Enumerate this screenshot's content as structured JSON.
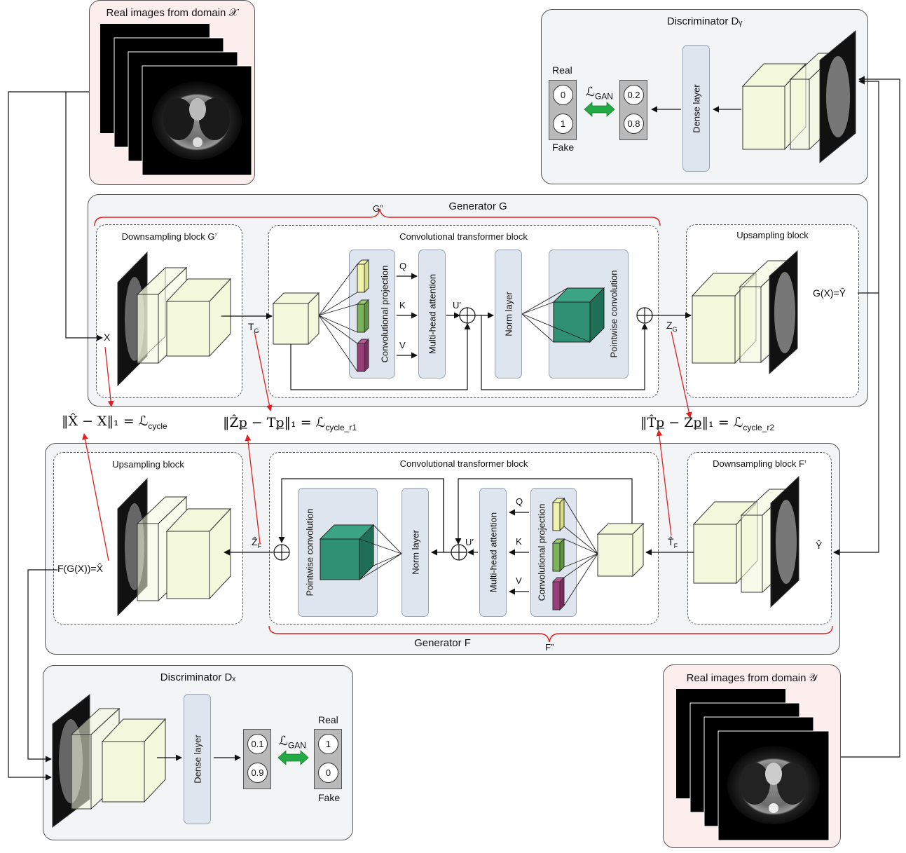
{
  "real_x": {
    "title": "Real images from domain 𝒳"
  },
  "real_y": {
    "title": "Real images from domain 𝒴"
  },
  "disc_y": {
    "title": "Discriminator Dᵧ",
    "real_label": "Real",
    "fake_label": "Fake",
    "target_top": "0",
    "target_bottom": "1",
    "out_top": "0.2",
    "out_bottom": "0.8",
    "loss": "ℒ",
    "loss_sub": "GAN",
    "dense": "Dense layer"
  },
  "disc_x": {
    "title": "Discriminator Dₓ",
    "real_label": "Real",
    "fake_label": "Fake",
    "target_top": "1",
    "target_bottom": "0",
    "out_top": "0.1",
    "out_bottom": "0.9",
    "loss": "ℒ",
    "loss_sub": "GAN",
    "dense": "Dense layer"
  },
  "gen_g": {
    "title": "Generator G",
    "brace": "G”",
    "down_title": "Downsampling block G’",
    "ct_title": "Convolutional transformer block",
    "up_title": "Upsampling block",
    "conv_proj": "Convolutional projection",
    "mha": "Multi-head attention",
    "norm": "Norm layer",
    "pointwise": "Pointwise convolution",
    "q": "Q",
    "k": "K",
    "v": "V",
    "u": "U′",
    "input": "X",
    "t": "T",
    "t_sub": "G",
    "z": "Z",
    "z_sub": "G",
    "output": "G(X)=Ŷ"
  },
  "gen_f": {
    "title": "Generator F",
    "brace": "F”",
    "down_title": "Downsampling block F’",
    "ct_title": "Convolutional transformer block",
    "up_title": "Upsampling block",
    "conv_proj": "Convolutional projection",
    "mha": "Multi-head attention",
    "norm": "Norm layer",
    "pointwise": "Pointwise convolution",
    "q": "Q",
    "k": "K",
    "v": "V",
    "u": "U′",
    "input": "Ŷ",
    "t": "T̂",
    "t_sub": "F",
    "z": "Ẑ",
    "z_sub": "F",
    "output": "F(G(X))=X̂"
  },
  "losses": {
    "cycle": "‖X̂ − X‖₁ = ℒ",
    "cycle_sub": "cycle",
    "r1": "‖Ẑք − Tք‖₁ = ℒ",
    "r1_sub": "cycle_r1",
    "r2": "‖T̂ք − Zք‖₁ = ℒ",
    "r2_sub": "cycle_r2"
  },
  "colors": {
    "cube": "#f4f8dc",
    "cube_dark": "#e7eec4",
    "teal": "#2f8f73",
    "red": "#e02020",
    "green_arrow": "#22aa44",
    "q_color": "#eef3a9",
    "k_color": "#7cb35a",
    "v_color": "#9c3c7a"
  }
}
